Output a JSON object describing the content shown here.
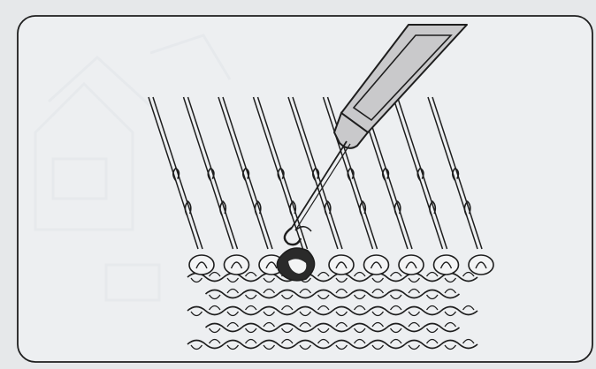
{
  "figure": {
    "icon": "knitting-machine-latch-tool-illustration",
    "needle_count": 9,
    "knit_rows": 5,
    "colors": {
      "page_background": "#e6e8ea",
      "panel_fill": "#f3f4f5",
      "line": "#1e1e1e",
      "tool_fill": "#c9c9cb",
      "watermark": "#d4d8de"
    }
  }
}
